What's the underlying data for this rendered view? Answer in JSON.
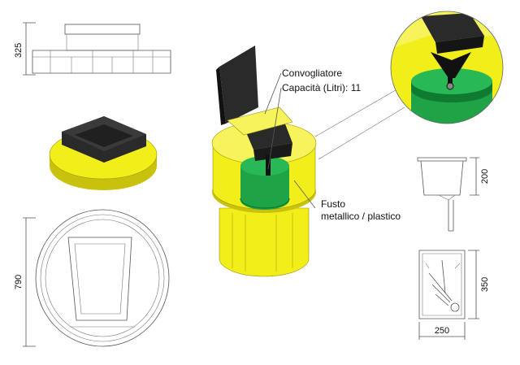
{
  "labels": {
    "convogliatore": "Convogliatore",
    "capacita": "Capacità (Litri): 11",
    "fusto_line1": "Fusto",
    "fusto_line2": "metallico / plastico"
  },
  "dimensions": {
    "height_top_view": "325",
    "diameter_plan": "790",
    "funnel_height": "200",
    "tray_depth": "350",
    "tray_width": "250"
  },
  "colors": {
    "yellow": "#f2ee1a",
    "yellow_shade": "#c9c20d",
    "green": "#1fa347",
    "green_dark": "#0f7a30",
    "black_lid": "#2a2a2a"
  }
}
